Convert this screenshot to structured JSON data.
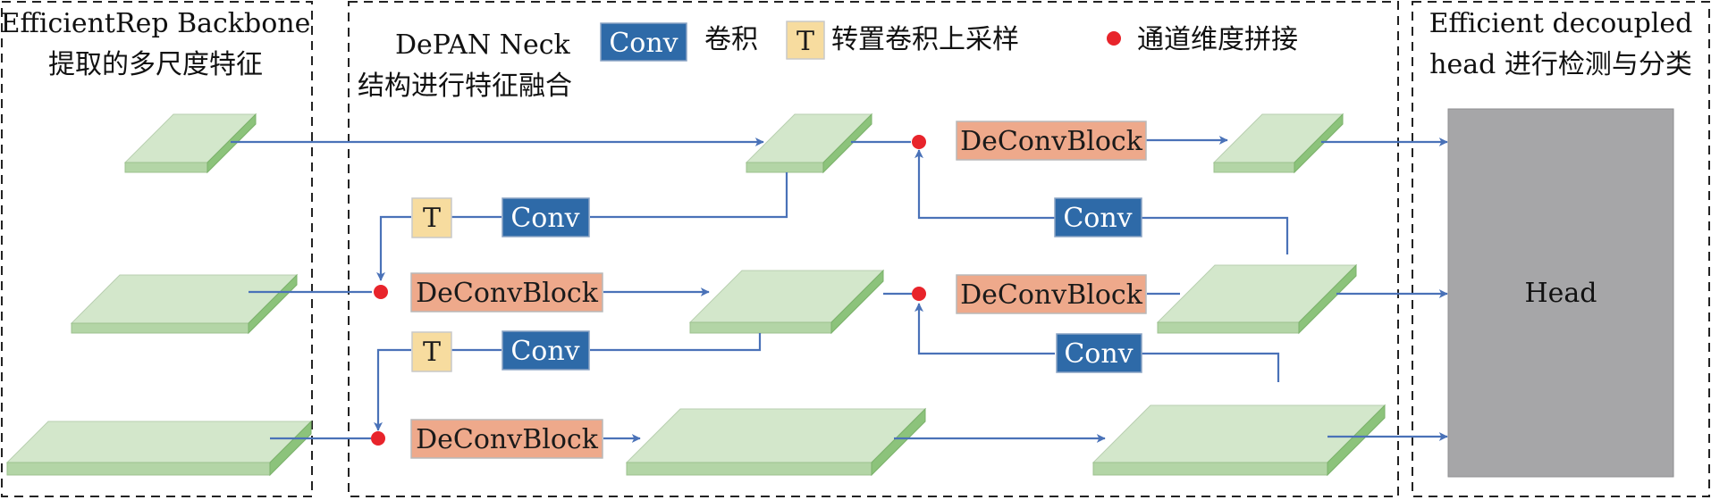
{
  "sections": {
    "backbone": {
      "line1": "EfficientRep Backbone",
      "line2": "提取的多尺度特征"
    },
    "neck": {
      "line1": "DePAN Neck",
      "line2": "结构进行特征融合"
    },
    "head": {
      "line1": "Efficient decoupled",
      "line2": "head 进行检测与分类"
    }
  },
  "legend": {
    "conv_box": "Conv",
    "conv_desc": "卷积",
    "t_box": "T",
    "t_desc": "转置卷积上采样",
    "concat_desc": "通道维度拼接"
  },
  "blocks": {
    "conv": "Conv",
    "t": "T",
    "deconv": "DeConvBlock",
    "head": "Head"
  },
  "colors": {
    "conv_fill": "#2e6aa8",
    "deconv_fill": "#eea98b",
    "t_fill": "#f7dc9f",
    "concat_dot": "#e8242b",
    "head_fill": "#a6a6a8",
    "arrow": "#4a72b8",
    "feature_map": "#c6e0bc"
  }
}
